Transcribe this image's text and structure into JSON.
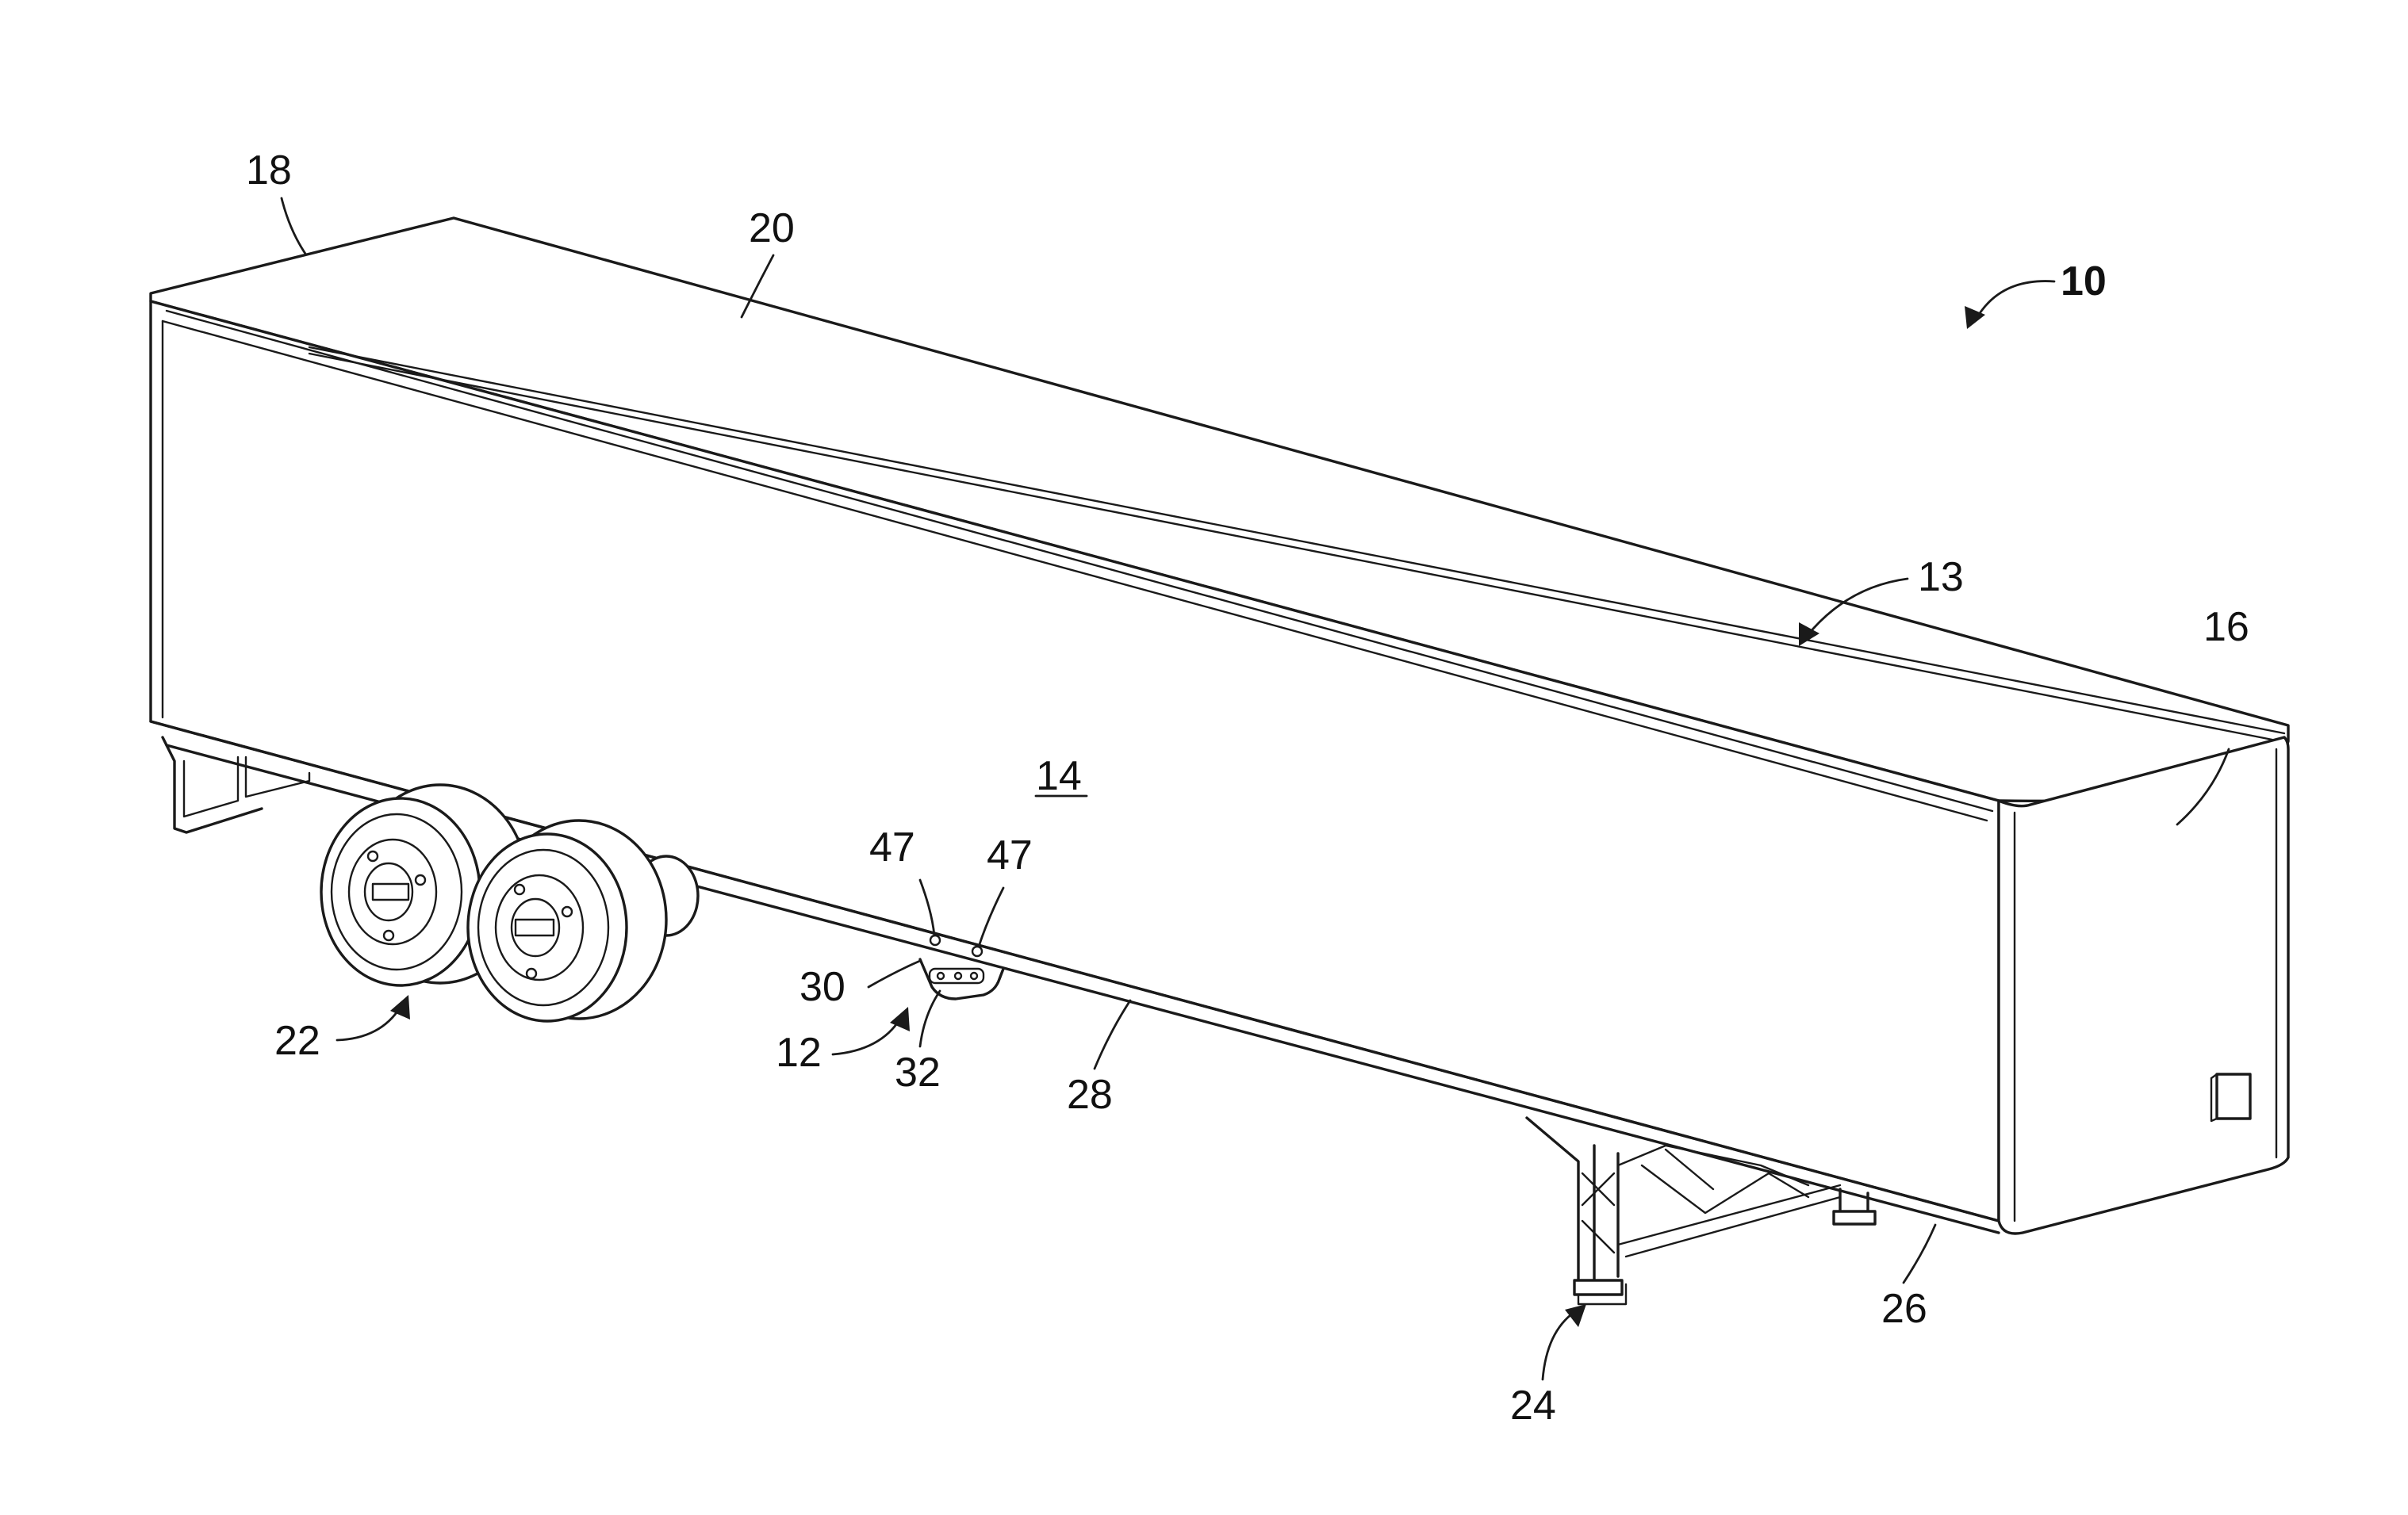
{
  "figure": {
    "reference_numerals": {
      "ref_10": "10",
      "ref_12": "12",
      "ref_13": "13",
      "ref_14": "14",
      "ref_16": "16",
      "ref_18": "18",
      "ref_20": "20",
      "ref_22": "22",
      "ref_24": "24",
      "ref_26": "26",
      "ref_28": "28",
      "ref_30": "30",
      "ref_32": "32",
      "ref_47a": "47",
      "ref_47b": "47"
    }
  }
}
